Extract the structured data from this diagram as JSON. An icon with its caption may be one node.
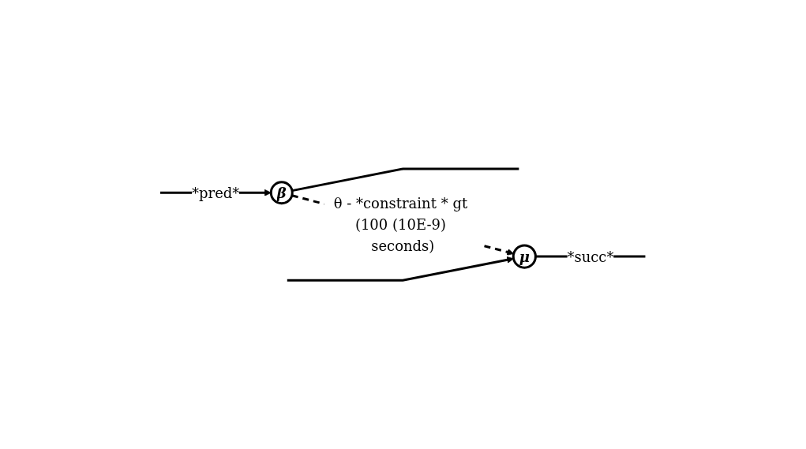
{
  "diagram": {
    "nodes": [
      {
        "text": [
          "β"
        ]
      },
      {
        "text": [
          "μ"
        ]
      }
    ],
    "edges": [
      {
        "from": null,
        "to": 0,
        "arrow": "to",
        "label": "*pred*"
      },
      {
        "from": 0,
        "to": null,
        "arrow": "none"
      },
      {
        "from": 0,
        "to": 1,
        "arrow": "to",
        "style": "dashed",
        "label": "θ - *constraint * gt (100 (10E-9) seconds)"
      },
      {
        "from": null,
        "to": 1,
        "arrow": "to"
      },
      {
        "from": 1,
        "to": null,
        "arrow": "none",
        "label": "*succ*"
      }
    ]
  }
}
